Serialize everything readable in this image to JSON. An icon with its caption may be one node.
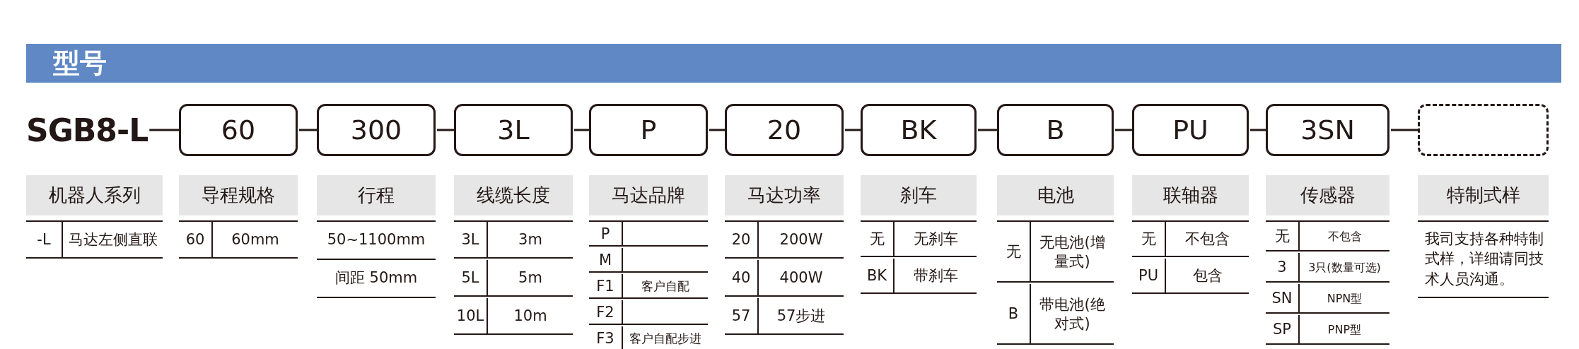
{
  "diagram": {
    "title": "型号",
    "nodes": [
      {
        "text": [
          "SGB8-L"
        ]
      },
      {
        "text": [
          "60"
        ]
      },
      {
        "text": [
          "300"
        ]
      },
      {
        "text": [
          "3L"
        ]
      },
      {
        "text": [
          "P"
        ]
      },
      {
        "text": [
          "20"
        ]
      },
      {
        "text": [
          "BK"
        ]
      },
      {
        "text": [
          "B"
        ]
      },
      {
        "text": [
          "PU"
        ]
      },
      {
        "text": [
          "3SN"
        ]
      },
      {
        "text": [],
        "shape": "box"
      }
    ],
    "edges": [
      {
        "from": 0,
        "to": 1,
        "arrow": "none"
      },
      {
        "from": 1,
        "to": 2,
        "arrow": "none"
      },
      {
        "from": 2,
        "to": 3,
        "arrow": "none"
      },
      {
        "from": 3,
        "to": 4,
        "arrow": "none"
      },
      {
        "from": 4,
        "to": 5,
        "arrow": "none"
      },
      {
        "from": 5,
        "to": 6,
        "arrow": "none"
      },
      {
        "from": 6,
        "to": 7,
        "arrow": "none"
      },
      {
        "from": 7,
        "to": 8,
        "arrow": "none"
      },
      {
        "from": 8,
        "to": 9,
        "arrow": "none"
      },
      {
        "from": 9,
        "to": 10,
        "arrow": "none"
      }
    ],
    "labels": [
      "机器人系列",
      "-L",
      "马达左侧直联",
      "导程规格",
      "60",
      "60mm",
      "行程",
      "50~1100mm",
      "间距 50mm",
      "线缆长度",
      "3L",
      "3m",
      "5L",
      "5m",
      "10L",
      "10m",
      "马达品牌",
      "P",
      "M",
      "F1",
      "客户自配",
      "F2",
      "F3",
      "客户自配步进",
      "马达功率",
      "20",
      "200W",
      "40",
      "400W",
      "57",
      "57步进",
      "刹车",
      "无",
      "无刹车",
      "BK",
      "带刹车",
      "电池",
      "无",
      "无电池(增量式)",
      "B",
      "带电池(绝对式)",
      "联轴器",
      "无",
      "不包含",
      "PU",
      "包含",
      "传感器",
      "无",
      "不包含",
      "3",
      "3只(数量可选)",
      "SN",
      "NPN型",
      "SP",
      "PNP型",
      "特制式样",
      "我司支持各种特制式样，详细请同技术人员沟通。"
    ]
  }
}
